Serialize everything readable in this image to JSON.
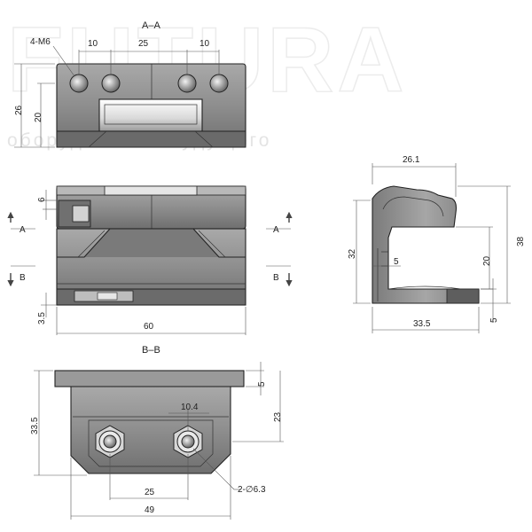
{
  "watermark": {
    "brand": "FUTURA",
    "tagline": "оборудования будущего"
  },
  "views": {
    "section_aa": "A–A",
    "section_bb": "B–B",
    "cut_a": "A",
    "cut_b": "B"
  },
  "dimensions": {
    "top": {
      "holes": "4-M6",
      "pitch_left": "10",
      "pitch_mid": "25",
      "pitch_right": "10",
      "height_overall": "26",
      "height_inner": "20"
    },
    "front": {
      "slot": "6",
      "base": "3.5",
      "width": "60"
    },
    "side": {
      "top_width": "26.1",
      "height_left": "32",
      "height_right": "38",
      "inner_height": "20",
      "wall": "5",
      "foot": "5",
      "depth": "33.5"
    },
    "bottom": {
      "flange": "5",
      "height": "23",
      "overall": "33.5",
      "spacing_top": "10.4",
      "hole_spacing": "25",
      "width": "49",
      "bore": "2-∅6.3"
    }
  },
  "colors": {
    "body": "#8f8f8f",
    "body_dark": "#5f5f5f",
    "body_light": "#c8c8c8",
    "lines": "#555555"
  }
}
